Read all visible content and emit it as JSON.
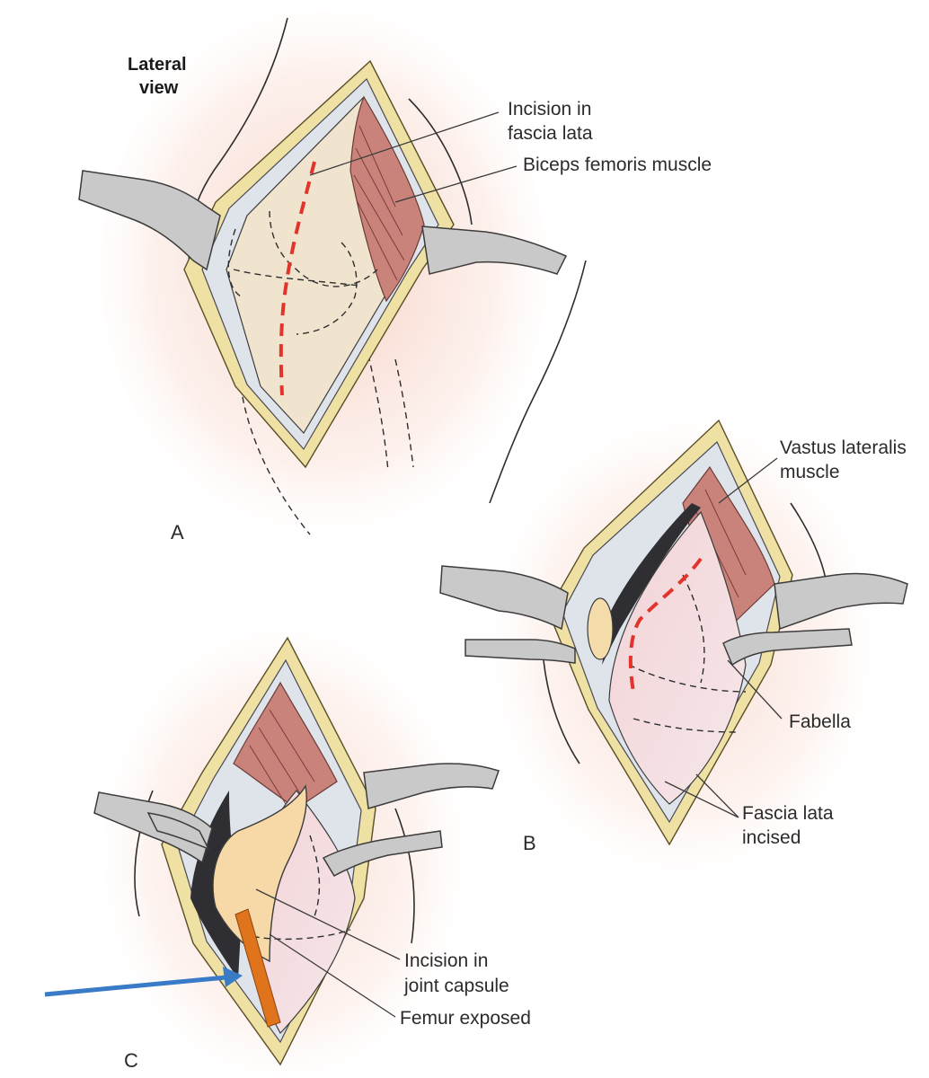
{
  "labels": {
    "view_line1": "Lateral",
    "view_line2": "view",
    "incision_fascia_line1": "Incision in",
    "incision_fascia_line2": "fascia lata",
    "biceps": "Biceps femoris muscle",
    "vastus_line1": "Vastus lateralis",
    "vastus_line2": "muscle",
    "fabella": "Fabella",
    "fascia_incised_line1": "Fascia lata",
    "fascia_incised_line2": "incised",
    "capsule_line1": "Incision in",
    "capsule_line2": "joint capsule",
    "femur": "Femur exposed"
  },
  "panels": {
    "a": "A",
    "b": "B",
    "c": "C"
  },
  "colors": {
    "incision_dash": "#e2342b",
    "annotation_arrow": "#3a7bc8",
    "annotation_bar": "#e0741c",
    "muscle": "#c9837b",
    "fat": "#efe0a4",
    "femur": "#f6d9a6"
  }
}
